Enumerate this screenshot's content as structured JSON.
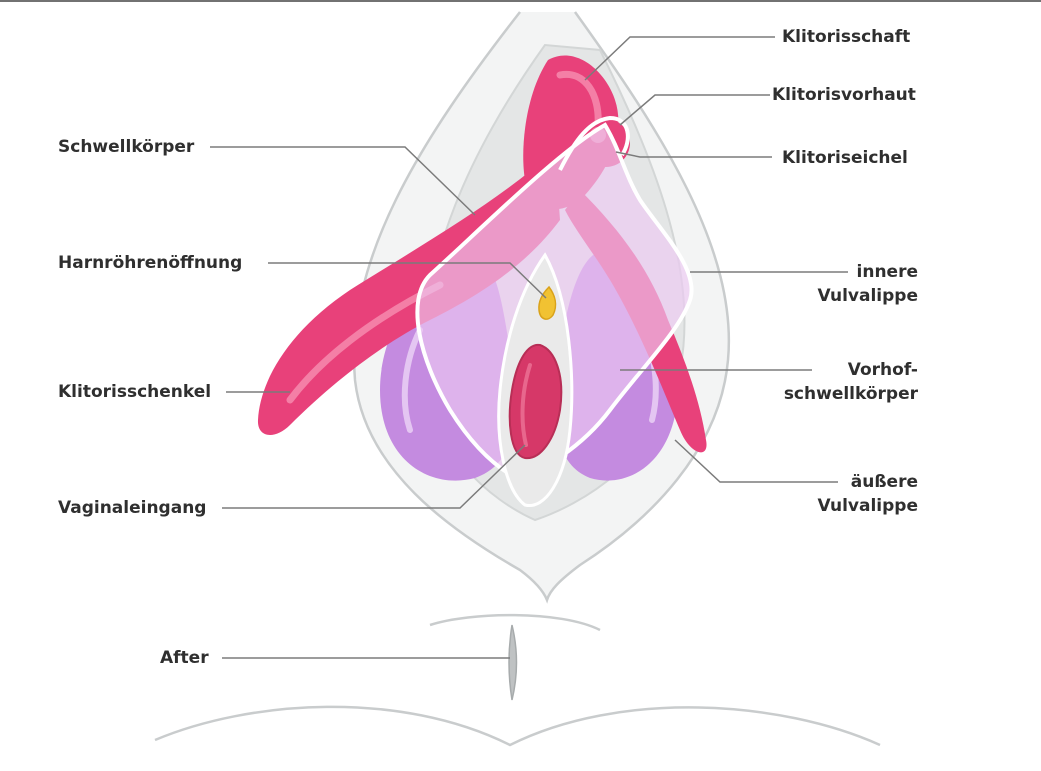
{
  "labels": {
    "klitorisschaft": "Klitorisschaft",
    "klitorisvorhaut": "Klitorisvorhaut",
    "klitoriseichel": "Klitoriseichel",
    "schwellkoerper": "Schwellkörper",
    "harnroehrenoeffnung": "Harnröhrenöffnung",
    "innere_vulvalippe": [
      "innere",
      "Vulvalippe"
    ],
    "klitorisschenkel": "Klitorisschenkel",
    "vorhofschwellkoerper": [
      "Vorhof-",
      "schwellkörper"
    ],
    "aeussere_vulvalippe": [
      "äußere",
      "Vulvalippe"
    ],
    "vaginaleingang": "Vaginaleingang",
    "after": "After"
  },
  "colors": {
    "outline": "#c9cccd",
    "skin_fill": "#eeefef",
    "clitoris_pink": "#e8417a",
    "clitoris_highlight": "#f47fa6",
    "bulb_purple": "#c48be0",
    "bulb_light": "#dcb4ee",
    "labia_minora_fill": "#ecc9f2",
    "vaginal_opening": "#d63868",
    "urethra_yellow": "#f1c232",
    "leader_line": "#7b7b7b"
  }
}
